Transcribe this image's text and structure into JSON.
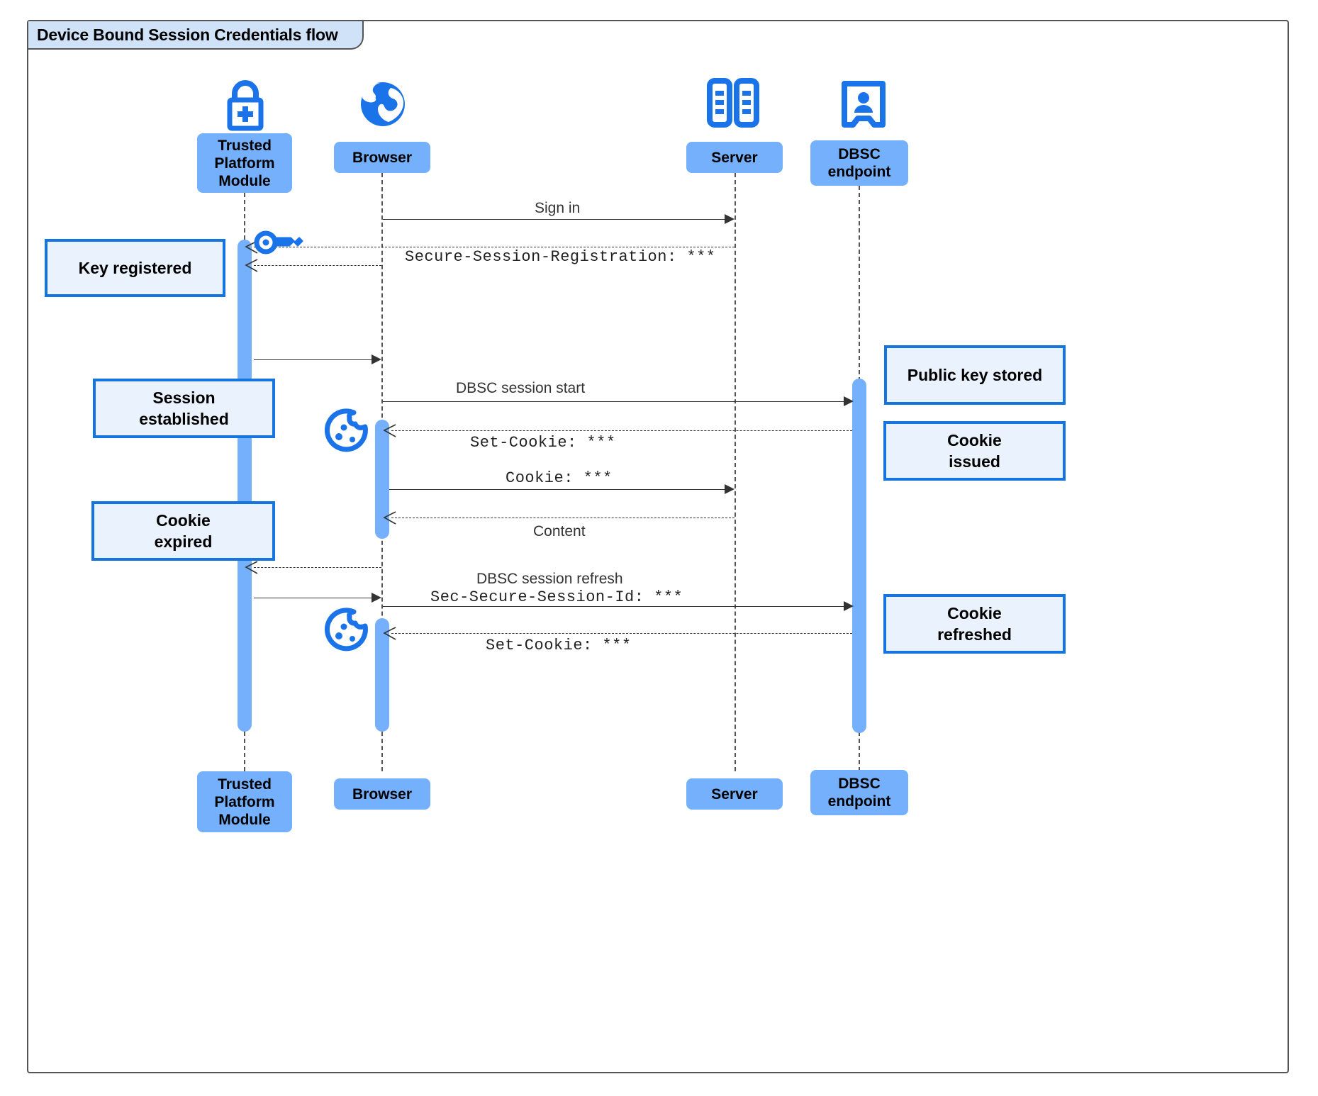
{
  "diagram": {
    "title": "Device Bound Session Credentials flow",
    "type": "uml-sequence",
    "accent_colors": {
      "participant_fill": "#74b0fb",
      "note_fill": "#eaf2fd",
      "note_border": "#1575e0",
      "icon_blue": "#1a73e8",
      "line": "#333333",
      "frame_border": "#555555",
      "frame_tab_fill": "#cfe2f7"
    }
  },
  "participants": [
    {
      "id": "tpm",
      "label": "Trusted\nPlatform\nModule",
      "label_lines": [
        "Trusted",
        "Platform",
        "Module"
      ],
      "icon": "lock-plus-icon"
    },
    {
      "id": "browser",
      "label": "Browser",
      "label_lines": [
        "Browser"
      ],
      "icon": "globe-icon"
    },
    {
      "id": "server",
      "label": "Server",
      "label_lines": [
        "Server"
      ],
      "icon": "server-racks-icon"
    },
    {
      "id": "dbsc",
      "label": "DBSC\nendpoint",
      "label_lines": [
        "DBSC",
        "endpoint"
      ],
      "icon": "id-badge-icon"
    }
  ],
  "messages": [
    {
      "n": 1,
      "text": "Sign in",
      "style": "solid",
      "from": "browser",
      "to": "server",
      "mono": false
    },
    {
      "n": 2,
      "text": "Secure-Session-Registration: ***",
      "style": "dashed",
      "from": "server",
      "to": "tpm",
      "mono": true
    },
    {
      "n": 3,
      "text": "",
      "style": "solid",
      "from": "tpm",
      "to": "browser",
      "mono": false
    },
    {
      "n": 4,
      "text": "DBSC session start",
      "style": "solid",
      "from": "browser",
      "to": "dbsc",
      "mono": false
    },
    {
      "n": 5,
      "text": "Set-Cookie: ***",
      "style": "dashed",
      "from": "dbsc",
      "to": "browser",
      "mono": true
    },
    {
      "n": 6,
      "text": "Cookie: ***",
      "style": "solid",
      "from": "browser",
      "to": "server",
      "mono": true
    },
    {
      "n": 7,
      "text": "Content",
      "style": "dashed",
      "from": "server",
      "to": "browser",
      "mono": false
    },
    {
      "n": 8,
      "text": "",
      "style": "dashed",
      "from": "browser",
      "to": "tpm",
      "mono": false
    },
    {
      "n": 9,
      "text": "DBSC session refresh",
      "style": "solid",
      "from": "tpm",
      "to": "browser",
      "mono": false
    },
    {
      "n": 10,
      "text": "Sec-Secure-Session-Id: ***",
      "style": "solid",
      "from": "browser",
      "to": "dbsc",
      "mono": true
    },
    {
      "n": 11,
      "text": "Set-Cookie: ***",
      "style": "dashed",
      "from": "dbsc",
      "to": "browser",
      "mono": true
    }
  ],
  "notes": [
    {
      "id": "key-registered",
      "side": "left",
      "lines": [
        "Key registered"
      ],
      "text": "Key registered"
    },
    {
      "id": "session-established",
      "side": "left",
      "lines": [
        "Session",
        "established"
      ],
      "text": "Session established"
    },
    {
      "id": "cookie-expired",
      "side": "left",
      "lines": [
        "Cookie",
        "expired"
      ],
      "text": "Cookie expired"
    },
    {
      "id": "public-key-stored",
      "side": "right",
      "lines": [
        "Public key stored"
      ],
      "text": "Public key stored"
    },
    {
      "id": "cookie-issued",
      "side": "right",
      "lines": [
        "Cookie",
        "issued"
      ],
      "text": "Cookie issued"
    },
    {
      "id": "cookie-refreshed",
      "side": "right",
      "lines": [
        "Cookie",
        "refreshed"
      ],
      "text": "Cookie refreshed"
    }
  ],
  "inline_icons": [
    {
      "id": "key",
      "name": "key-icon",
      "near": "tpm"
    },
    {
      "id": "cookie1",
      "name": "cookie-icon",
      "near": "browser"
    },
    {
      "id": "cookie2",
      "name": "cookie-icon",
      "near": "browser"
    }
  ]
}
